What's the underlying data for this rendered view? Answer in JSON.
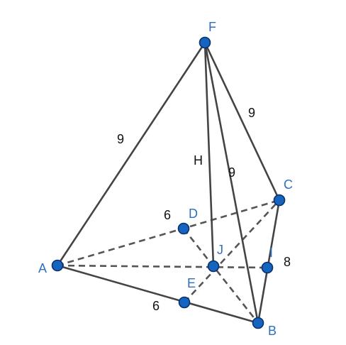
{
  "points": {
    "A": {
      "label": "A",
      "color": "#1565c0"
    },
    "B": {
      "label": "B",
      "color": "#1565c0"
    },
    "C": {
      "label": "C",
      "color": "#1565c0"
    },
    "D": {
      "label": "D",
      "color": "#1565c0"
    },
    "E": {
      "label": "E",
      "color": "#1565c0"
    },
    "F": {
      "label": "F",
      "color": "#1565c0"
    },
    "I": {
      "label": "I",
      "color": "#1565c0"
    },
    "J": {
      "label": "J",
      "color": "#1565c0"
    }
  },
  "segments": {
    "solid": [
      [
        "F",
        "A"
      ],
      [
        "F",
        "B"
      ],
      [
        "F",
        "C"
      ],
      [
        "F",
        "J"
      ],
      [
        "A",
        "B"
      ],
      [
        "B",
        "C"
      ]
    ],
    "dashed": [
      [
        "A",
        "C"
      ],
      [
        "A",
        "I"
      ],
      [
        "D",
        "B"
      ],
      [
        "E",
        "C"
      ]
    ]
  },
  "measures": {
    "fa": "9",
    "fc": "9",
    "fb": "9",
    "height": "H",
    "ad": "6",
    "ae": "6",
    "bc": "8"
  }
}
